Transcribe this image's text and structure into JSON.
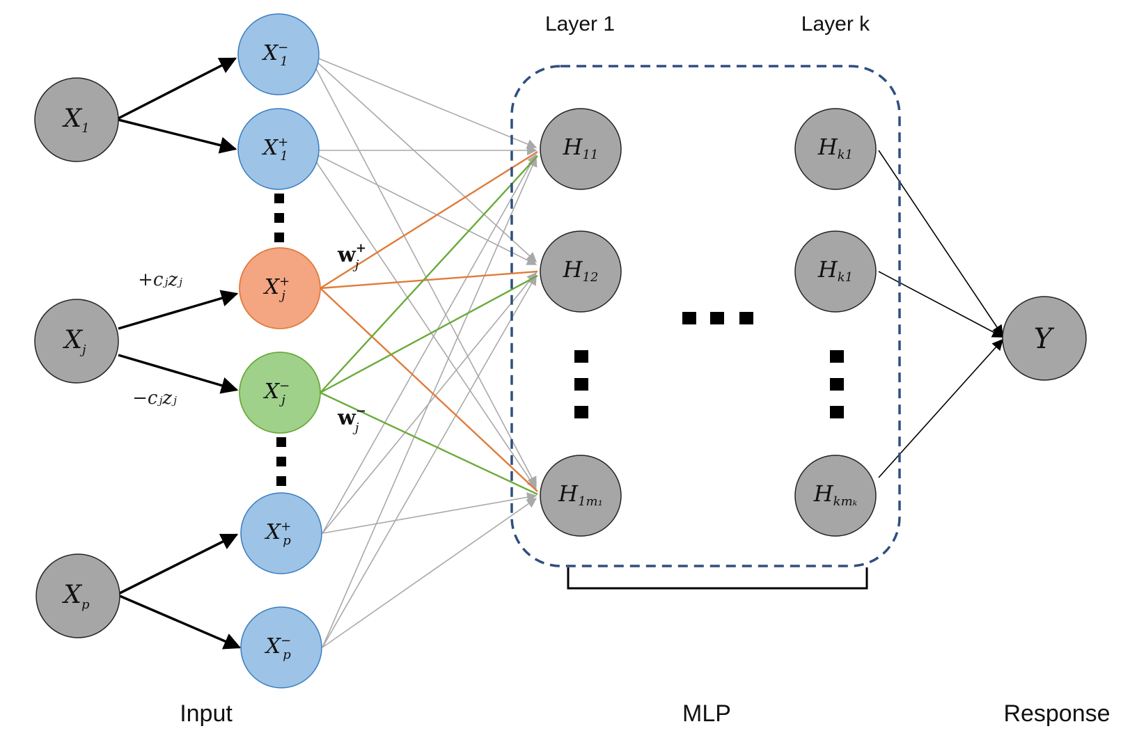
{
  "captions": {
    "input": "Input",
    "mlp": "MLP",
    "response": "Response"
  },
  "headers": {
    "layer_1": "Layer 1",
    "layer_k": "Layer k"
  },
  "nodes": {
    "x1": {
      "base": "X",
      "sub": "1",
      "sup": ""
    },
    "xj": {
      "base": "X",
      "sub": "j",
      "sup": ""
    },
    "xp": {
      "base": "X",
      "sub": "p",
      "sup": ""
    },
    "x1_minus": {
      "base": "X",
      "sub": "1",
      "sup": "−"
    },
    "x1_plus": {
      "base": "X",
      "sub": "1",
      "sup": "+"
    },
    "xj_plus": {
      "base": "X",
      "sub": "j",
      "sup": "+"
    },
    "xj_minus": {
      "base": "X",
      "sub": "j",
      "sup": "−"
    },
    "xp_plus": {
      "base": "X",
      "sub": "p",
      "sup": "+"
    },
    "xp_minus": {
      "base": "X",
      "sub": "p",
      "sup": "−"
    },
    "h11": {
      "base": "H",
      "sub": "11",
      "sup": ""
    },
    "h12": {
      "base": "H",
      "sub": "12",
      "sup": ""
    },
    "h1m1": {
      "base": "H",
      "sub": "1m₁",
      "sup": ""
    },
    "hk1_top": {
      "base": "H",
      "sub": "k1",
      "sup": ""
    },
    "hk1_mid": {
      "base": "H",
      "sub": "k1",
      "sup": ""
    },
    "hkmk": {
      "base": "H",
      "sub": "kmₖ",
      "sup": ""
    },
    "y": {
      "base": "Y",
      "sub": "",
      "sup": ""
    }
  },
  "edge_labels": {
    "plus_scale": "+cⱼzⱼ",
    "minus_scale": "−cⱼzⱼ",
    "w_plus": {
      "base": "w",
      "sub": "j",
      "sup": "+"
    },
    "w_minus": {
      "base": "w",
      "sub": "j",
      "sup": "−"
    }
  },
  "colors": {
    "gray_node": "#a6a6a6",
    "blue_node": "#9dc3e6",
    "orange_node": "#f4a582",
    "green_node": "#9fd18b",
    "orange_edge": "#e07b39",
    "green_edge": "#6aaa3a",
    "gray_edge": "#a9a9a9",
    "dashed_box": "#2f4f7f"
  }
}
